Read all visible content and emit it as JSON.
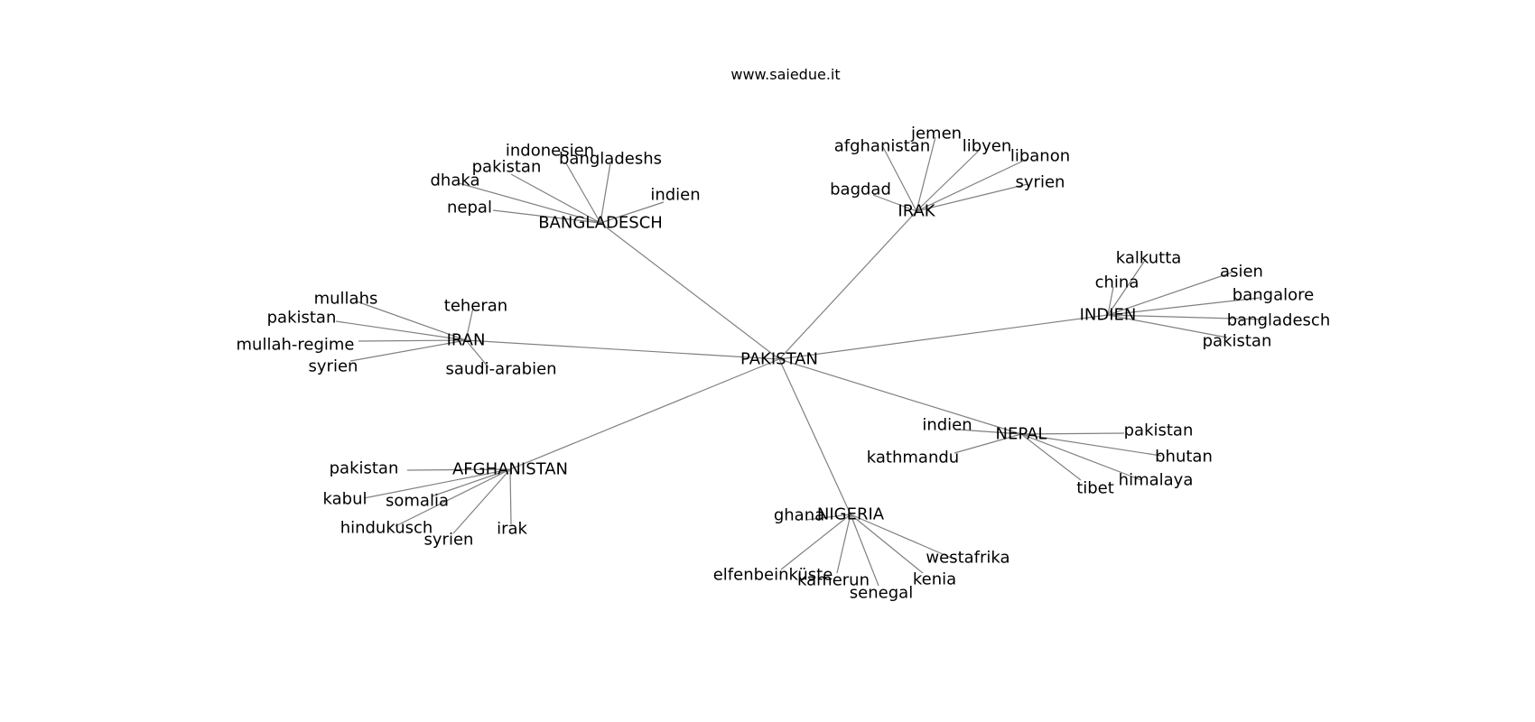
{
  "source": "www.saiedue.it",
  "graph": {
    "center": "PAKISTAN",
    "hubs": [
      {
        "id": "bangladesch",
        "label": "BANGLADESCH",
        "leaves": [
          "indonesien",
          "bangladeshs",
          "pakistan",
          "dhaka",
          "nepal",
          "indien"
        ]
      },
      {
        "id": "irak",
        "label": "IRAK",
        "leaves": [
          "afghanistan",
          "jemen",
          "libyen",
          "libanon",
          "bagdad",
          "syrien"
        ]
      },
      {
        "id": "indien",
        "label": "INDIEN",
        "leaves": [
          "kalkutta",
          "china",
          "asien",
          "bangalore",
          "bangladesch",
          "pakistan"
        ]
      },
      {
        "id": "iran",
        "label": "IRAN",
        "leaves": [
          "mullahs",
          "pakistan",
          "mullah-regime",
          "syrien",
          "teheran",
          "saudi-arabien"
        ]
      },
      {
        "id": "afghanistan",
        "label": "AFGHANISTAN",
        "leaves": [
          "pakistan",
          "kabul",
          "somalia",
          "hindukusch",
          "syrien",
          "irak"
        ]
      },
      {
        "id": "nepal",
        "label": "NEPAL",
        "leaves": [
          "indien",
          "kathmandu",
          "pakistan",
          "bhutan",
          "himalaya",
          "tibet"
        ]
      },
      {
        "id": "nigeria",
        "label": "NIGERIA",
        "leaves": [
          "ghana",
          "elfenbeinküste",
          "kamerun",
          "senegal",
          "kenia",
          "westafrika"
        ]
      }
    ]
  }
}
